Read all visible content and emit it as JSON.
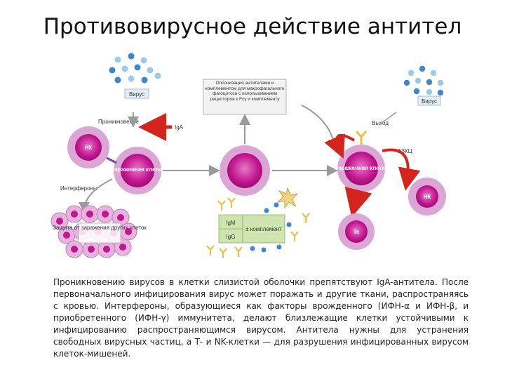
{
  "title": "Противовирусное действие антител",
  "labels": {
    "virus_left": "Вирус",
    "virus_right": "Вирус",
    "penetration": "Проникновение",
    "iga": "IgA",
    "nk_left": "НК",
    "infected_cell_mid": "Зараженная клетка",
    "interferons": "Интерфероны",
    "protection": "Защита от заражения других клеток",
    "opsonization": "Опсонизация антителами и комплементом для макрофагального фагоцитоза с использованием рецепторов к Fcγ и комплементу",
    "igm": "IgM",
    "igg": "IgG",
    "plus_complement": "± комплемент",
    "release": "Выход",
    "adcc": "АЗКЦ",
    "infected_cell_right": "Зараженная клетка",
    "nk_right": "НК",
    "tc": "Tc"
  },
  "caption": "Проникновению вирусов в клетки слизистой оболочки препятствуют IgA-антитела. После первоначального инфицирования вирус может поражать и другие ткани, распространяясь с кровью. Интерфероны, образующиеся как факторы врожденного (ИФН-α и ИФН-β, и приобретенного (ИФН-γ) иммунитета, делают близлежащие клетки устойчивыми к инфицированию распространяющимся вирусом. Антитела нужны для устранения свободных вирусных частиц, а Т- и NK-клетки — для разрушения инфицированных вирусом клеток-мишеней.",
  "colors": {
    "cell_outer": "#d9a3d3",
    "cell_inner": "#c2168f",
    "virus_blue": "#3f87c8",
    "virus_light": "#9cc8ea",
    "arrow_red": "#d4251d",
    "antibody_yellow": "#e6c24a",
    "box_green": "#cfe5b0"
  }
}
